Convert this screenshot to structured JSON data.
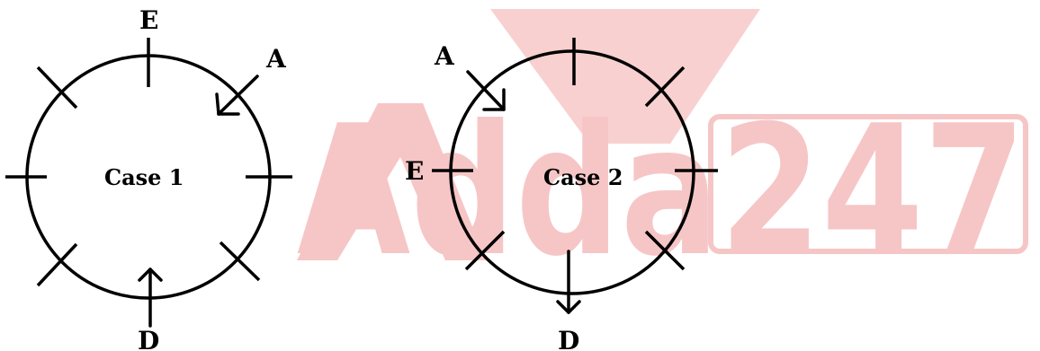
{
  "watermark": {
    "text": "Adda247",
    "color": "#f6c6c6"
  },
  "case1": {
    "label": "Case 1",
    "person_labels": {
      "top": "E",
      "pointer": "A",
      "bottom": "D"
    }
  },
  "case2": {
    "label": "Case 2",
    "person_labels": {
      "pointer": "A",
      "left": "E",
      "bottom": "D"
    }
  }
}
